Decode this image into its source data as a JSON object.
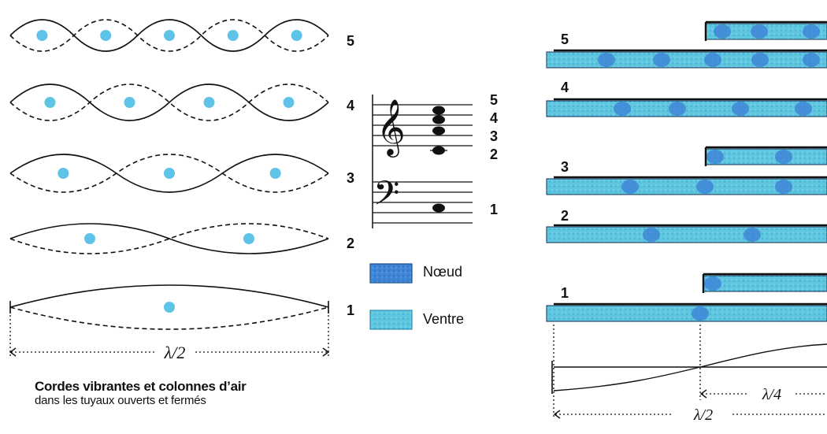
{
  "colors": {
    "ink": "#111111",
    "node": "#3f86d6",
    "antinode": "#5fc6e0",
    "dot": "#5fc3e8"
  },
  "strings": {
    "harmonics": [
      {
        "label": "5",
        "loops": 5
      },
      {
        "label": "4",
        "loops": 4
      },
      {
        "label": "3",
        "loops": 3
      },
      {
        "label": "2",
        "loops": 2
      },
      {
        "label": "1",
        "loops": 1
      }
    ],
    "wavelength_label": "λ/2"
  },
  "staff": {
    "treble_numbers": [
      "5",
      "4",
      "3",
      "2"
    ],
    "bass_numbers": [
      "1"
    ],
    "treble_clef": "𝄞",
    "bass_clef": "𝄢"
  },
  "legend": {
    "node_label": "Nœud",
    "antinode_label": "Ventre"
  },
  "caption": {
    "line1": "Cordes vibrantes et colonnes d’air",
    "line2": "dans les tuyaux ouverts et fermés"
  },
  "pipes": {
    "labels": [
      "5",
      "4",
      "3",
      "2",
      "1"
    ],
    "quarter_wavelength_label": "λ/4",
    "half_wavelength_label": "λ/2"
  }
}
